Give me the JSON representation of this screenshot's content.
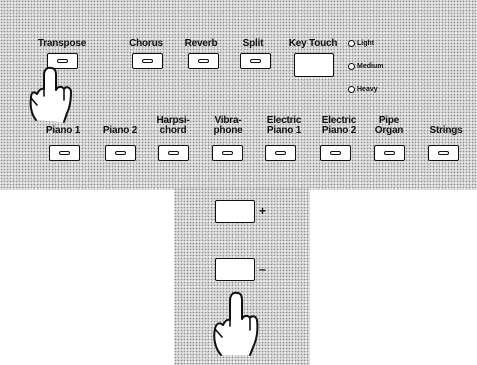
{
  "top_row": [
    {
      "key": "transpose",
      "label": "Transpose",
      "has_led": true
    },
    {
      "key": "chorus",
      "label": "Chorus",
      "has_led": true
    },
    {
      "key": "reverb",
      "label": "Reverb",
      "has_led": true
    },
    {
      "key": "split",
      "label": "Split",
      "has_led": true
    },
    {
      "key": "key-touch",
      "label": "Key Touch",
      "has_led": false
    }
  ],
  "key_touch_levels": [
    "Light",
    "Medium",
    "Heavy"
  ],
  "tone_row": [
    {
      "key": "piano-1",
      "label": "Piano 1"
    },
    {
      "key": "piano-2",
      "label": "Piano 2"
    },
    {
      "key": "harpsichord",
      "label": "Harpsi-\nchord"
    },
    {
      "key": "vibraphone",
      "label": "Vibra-\nphone"
    },
    {
      "key": "electric-piano-1",
      "label": "Electric\nPiano 1"
    },
    {
      "key": "electric-piano-2",
      "label": "Electric\nPiano 2"
    },
    {
      "key": "pipe-organ",
      "label": "Pipe\nOrgan"
    },
    {
      "key": "strings",
      "label": "Strings"
    }
  ],
  "value_buttons": {
    "plus_sign": "+",
    "minus_sign": "–"
  },
  "hands": {
    "top": "pressing-hand-icon on Transpose button",
    "bottom": "pressing-hand-icon on minus button"
  }
}
